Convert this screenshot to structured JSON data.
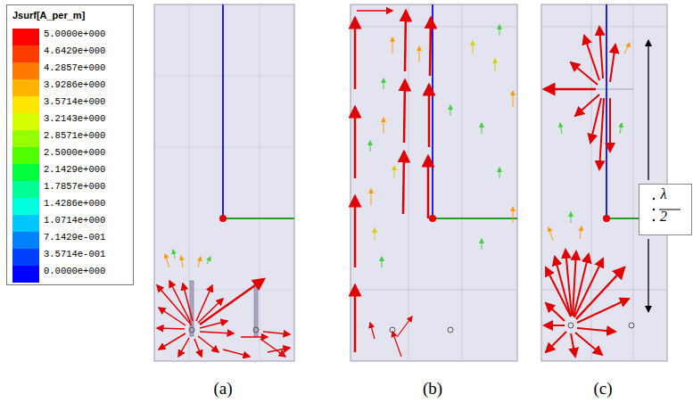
{
  "diagram": {
    "labels": [
      "Jsurf[A_per_m]",
      "λ",
      "2",
      "(a)",
      "(b)",
      "(c)"
    ],
    "legend": [
      {
        "text": "5.0000e+000",
        "color": "#ff0000"
      },
      {
        "text": "4.6429e+000",
        "color": "#ff3c00"
      },
      {
        "text": "4.2857e+000",
        "color": "#ff7a00"
      },
      {
        "text": "3.9286e+000",
        "color": "#ffb400"
      },
      {
        "text": "3.5714e+000",
        "color": "#ffe600"
      },
      {
        "text": "3.2143e+000",
        "color": "#d8ff00"
      },
      {
        "text": "2.8571e+000",
        "color": "#96ff00"
      },
      {
        "text": "2.5000e+000",
        "color": "#50ff00"
      },
      {
        "text": "2.1429e+000",
        "color": "#00ff3c"
      },
      {
        "text": "1.7857e+000",
        "color": "#00ff96"
      },
      {
        "text": "1.4286e+000",
        "color": "#00ffe0"
      },
      {
        "text": "1.0714e+000",
        "color": "#00c8ff"
      },
      {
        "text": "7.1429e-001",
        "color": "#0082ff"
      },
      {
        "text": "3.5714e-001",
        "color": "#0040ff"
      },
      {
        "text": "0.0000e+000",
        "color": "#0000ff"
      }
    ]
  }
}
